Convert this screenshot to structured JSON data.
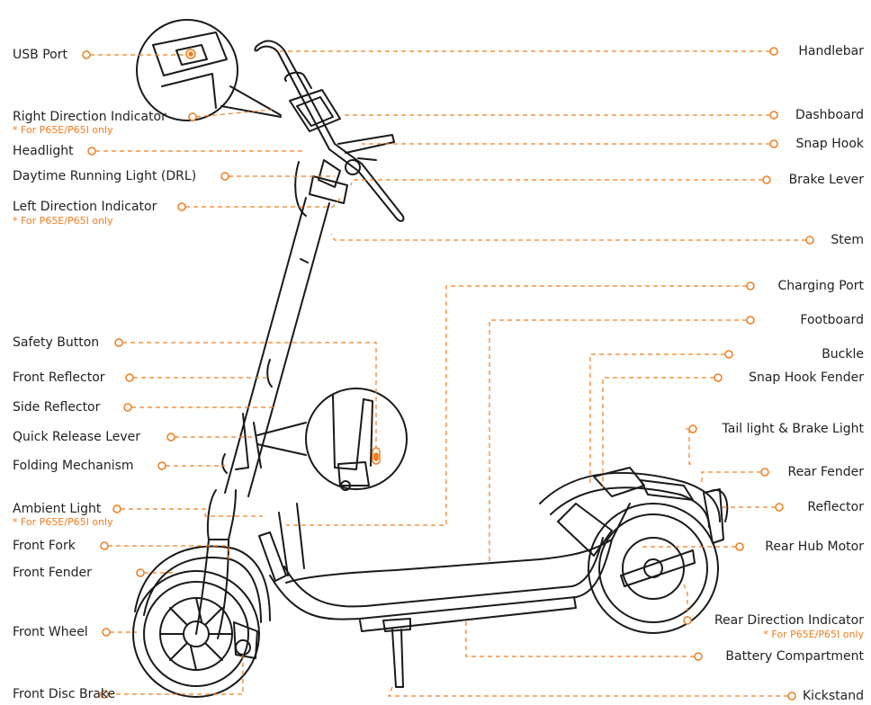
{
  "accent_color": "#f07d1e",
  "line_color": "#1a1a1a",
  "labels": {
    "usb_port": "USB Port",
    "right_direction_indicator": "Right Direction Indicator",
    "right_direction_indicator_note": "* For P65E/P65I only",
    "headlight": "Headlight",
    "drl": "Daytime Running Light (DRL)",
    "left_direction_indicator": "Left Direction Indicator",
    "left_direction_indicator_note": "* For P65E/P65I only",
    "safety_button": "Safety Button",
    "front_reflector": "Front Reflector",
    "side_reflector": "Side Reflector",
    "quick_release_lever": "Quick Release Lever",
    "folding_mechanism": "Folding Mechanism",
    "ambient_light": "Ambient Light",
    "ambient_light_note": "* For P65E/P65I only",
    "front_fork": "Front Fork",
    "front_fender": "Front Fender",
    "front_wheel": "Front Wheel",
    "front_disc_brake": "Front Disc Brake",
    "handlebar": "Handlebar",
    "dashboard": "Dashboard",
    "snap_hook": "Snap Hook",
    "brake_lever": "Brake Lever",
    "stem": "Stem",
    "charging_port": "Charging Port",
    "footboard": "Footboard",
    "buckle": "Buckle",
    "snap_hook_fender": "Snap Hook Fender",
    "tail_light": "Tail light & Brake Light",
    "rear_fender": "Rear Fender",
    "reflector": "Reflector",
    "rear_hub_motor": "Rear Hub Motor",
    "rear_direction_indicator": "Rear Direction Indicator",
    "rear_direction_indicator_note": "* For P65E/P65I only",
    "battery_compartment": "Battery Compartment",
    "kickstand": "Kickstand"
  }
}
